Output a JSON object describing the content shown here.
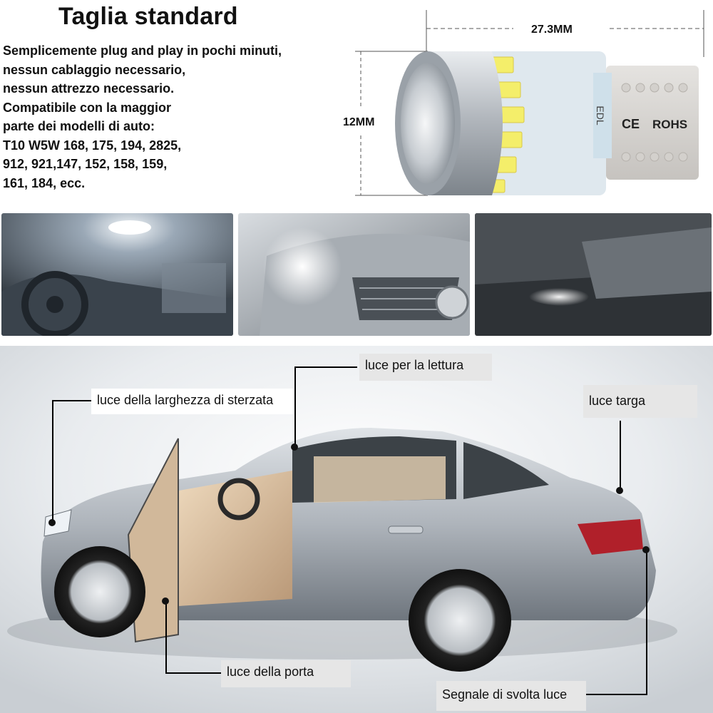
{
  "title": "Taglia standard",
  "description": [
    "Semplicemente plug and play in pochi minuti,",
    "nessun cablaggio necessario,",
    "nessun attrezzo necessario.",
    "Compatibile con la maggior",
    "parte dei modelli di auto:",
    "T10 W5W 168, 175, 194, 2825,",
    "912, 921,147, 152, 158, 159,",
    "161, 184, ecc."
  ],
  "dimensions": {
    "width": "27.3MM",
    "height": "12MM"
  },
  "bulb_marks": {
    "ce": "CE",
    "rohs": "ROHS",
    "brand": "EDL"
  },
  "callouts": {
    "reading": "luce per la lettura",
    "width": "luce della larghezza di sterzata",
    "plate": "luce targa",
    "door": "luce della porta",
    "turn": "Segnale di svolta luce"
  },
  "colors": {
    "led": "#f4ee6a",
    "bulb_silver": "#b8bcc2",
    "car_silver": "#aeb4bb",
    "label_grey": "#e6e6e6"
  }
}
